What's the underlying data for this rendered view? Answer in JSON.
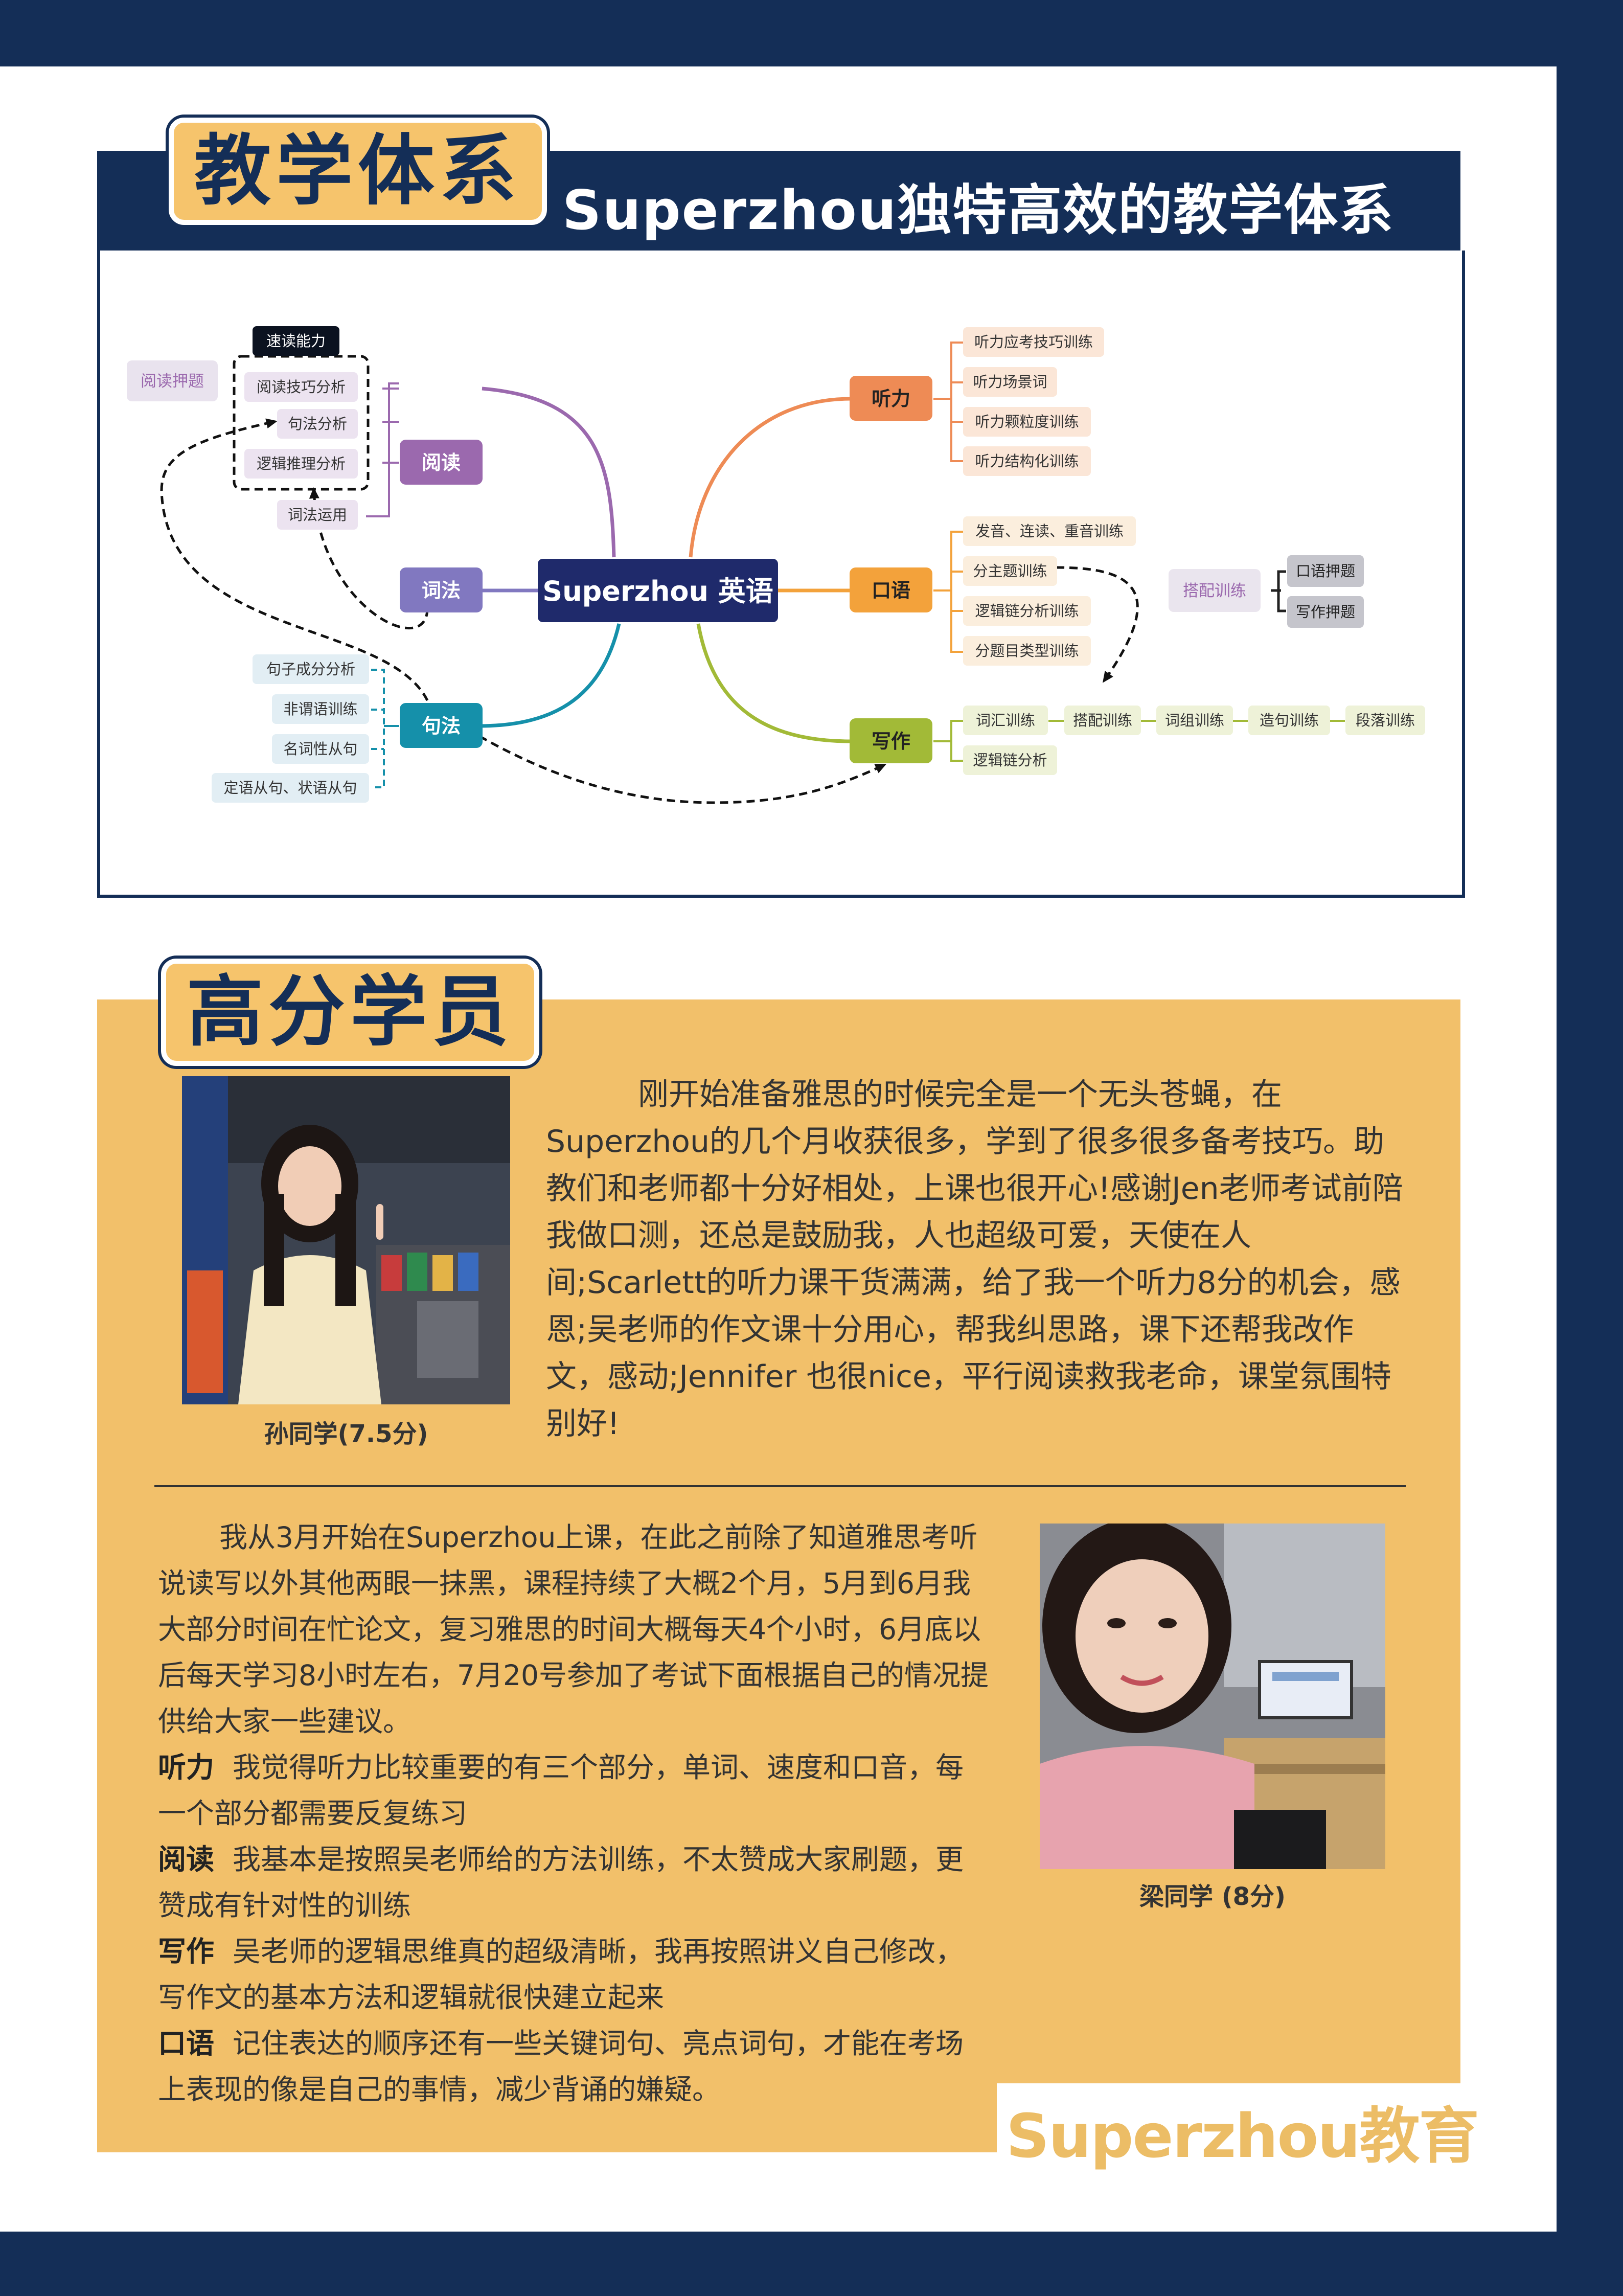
{
  "section1": {
    "badge": "教学体系",
    "title": "Superzhou独特高效的教学体系"
  },
  "mindmap": {
    "center": "Superzhou 英语",
    "branches": {
      "reading": "阅读",
      "lexis": "词法",
      "syntax": "句法",
      "listening": "听力",
      "speaking": "口语",
      "writing": "写作"
    },
    "speed_reading": "速读能力",
    "reading_predict": "阅读押题",
    "reading_items": [
      "阅读技巧分析",
      "句法分析",
      "逻辑推理分析",
      "词法运用"
    ],
    "syntax_items": [
      "句子成分分析",
      "非谓语训练",
      "名词性从句",
      "定语从句、状语从句"
    ],
    "listening_items": [
      "听力应考技巧训练",
      "听力场景词",
      "听力颗粒度训练",
      "听力结构化训练"
    ],
    "speaking_items": [
      "发音、连读、重音训练",
      "分主题训练",
      "逻辑链分析训练",
      "分题目类型训练"
    ],
    "collocation_training": "搭配训练",
    "predict_items": [
      "口语押题",
      "写作押题"
    ],
    "writing_chain": [
      "词汇训练",
      "搭配训练",
      "词组训练",
      "造句训练",
      "段落训练"
    ],
    "writing_logic": "逻辑链分析"
  },
  "section2": {
    "badge": "高分学员",
    "student1": {
      "caption": "孙同学(7.5分)",
      "quote": "刚开始准备雅思的时候完全是一个无头苍蝇，在Superzhou的几个月收获很多，学到了很多很多备考技巧。助教们和老师都十分好相处，上课也很开心!感谢Jen老师考试前陪我做口测，还总是鼓励我，人也超级可爱，天使在人间;Scarlett的听力课干货满满，给了我一个听力8分的机会，感恩;吴老师的作文课十分用心，帮我纠思路，课下还帮我改作文，感动;Jennifer 也很nice，平行阅读救我老命，课堂氛围特别好!"
    },
    "student2": {
      "caption": "梁同学 (8分)",
      "intro": "我从3月开始在Superzhou上课，在此之前除了知道雅思考听说读写以外其他两眼一抹黑，课程持续了大概2个月，5月到6月我大部分时间在忙论文，复习雅思的时间大概每天4个小时，6月底以后每天学习8小时左右，7月20号参加了考试下面根据自己的情况提供给大家一些建议。",
      "tips": [
        {
          "label": "听力",
          "text": "我觉得听力比较重要的有三个部分，单词、速度和口音，每一个部分都需要反复练习"
        },
        {
          "label": "阅读",
          "text": "我基本是按照吴老师给的方法训练，不太赞成大家刷题，更赞成有针对性的训练"
        },
        {
          "label": "写作",
          "text": "吴老师的逻辑思维真的超级清晰，我再按照讲义自己修改，写作文的基本方法和逻辑就很快建立起来"
        },
        {
          "label": "口语",
          "text": "记住表达的顺序还有一些关键词句、亮点词句，才能在考场上表现的像是自己的事情，减少背诵的嫌疑。"
        }
      ]
    },
    "logo": "Superzhou教育"
  }
}
